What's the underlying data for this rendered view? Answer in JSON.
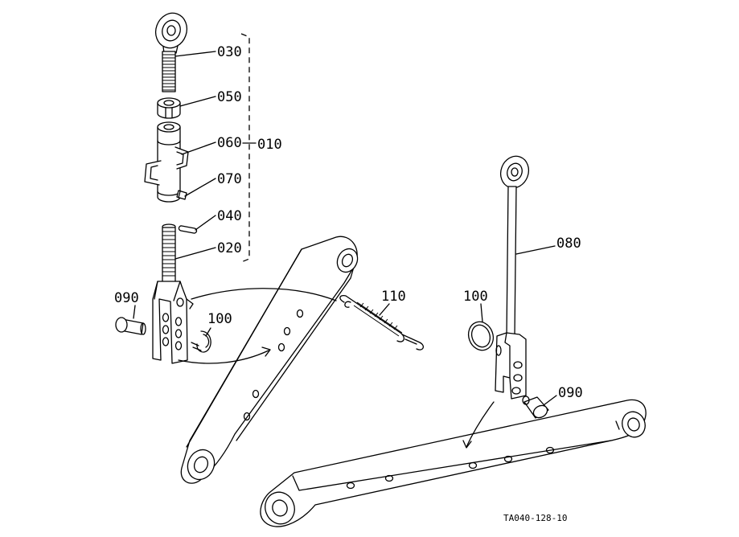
{
  "callouts": {
    "c030": "030",
    "c050": "050",
    "c060": "060",
    "c010": "010",
    "c070": "070",
    "c040": "040",
    "c020": "020",
    "c090_left": "090",
    "c100_left": "100",
    "c110": "110",
    "c080": "080",
    "c100_right": "100",
    "c090_right": "090"
  },
  "figure_ref": "TA040-128-10",
  "icons": {
    "rod_end": "rod-end-icon",
    "nut": "lock-nut-icon",
    "turnbuckle": "turnbuckle-body-icon",
    "pin": "clevis-pin-icon",
    "ring": "snap-ring-icon",
    "spring": "check-chain-spring-icon",
    "arm": "lower-link-arm-icon"
  }
}
